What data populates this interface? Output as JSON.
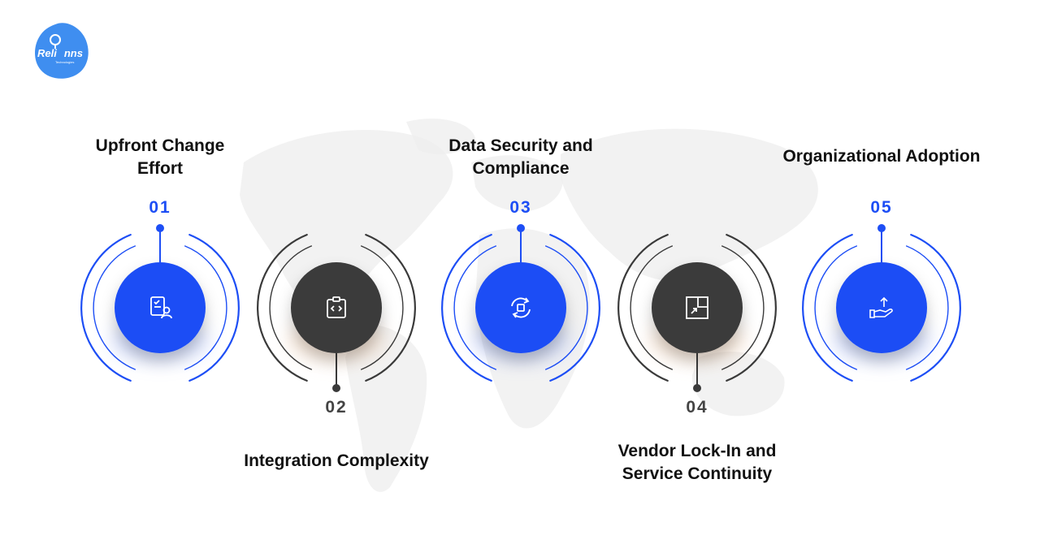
{
  "brand": {
    "name": "Reli",
    "name_part2": "nns",
    "tagline": "Technologies",
    "logo_color": "#3f8ef0"
  },
  "colors": {
    "blue": "#1d4ef5",
    "dark": "#3a3a3a",
    "number_blue": "#1d4ef5",
    "number_dark": "#444444",
    "map": "#ededed"
  },
  "steps": [
    {
      "number": "01",
      "label": "Upfront Change\nEffort",
      "icon": "checklist-user-icon",
      "variant": "blue"
    },
    {
      "number": "02",
      "label": "Integration Complexity",
      "icon": "code-clipboard-icon",
      "variant": "dark"
    },
    {
      "number": "03",
      "label": "Data Security and\nCompliance",
      "icon": "sync-cycle-icon",
      "variant": "blue"
    },
    {
      "number": "04",
      "label": "Vendor Lock-In and\nService Continuity",
      "icon": "expand-arrow-icon",
      "variant": "dark"
    },
    {
      "number": "05",
      "label": "Organizational Adoption",
      "icon": "hand-upload-icon",
      "variant": "blue"
    }
  ]
}
